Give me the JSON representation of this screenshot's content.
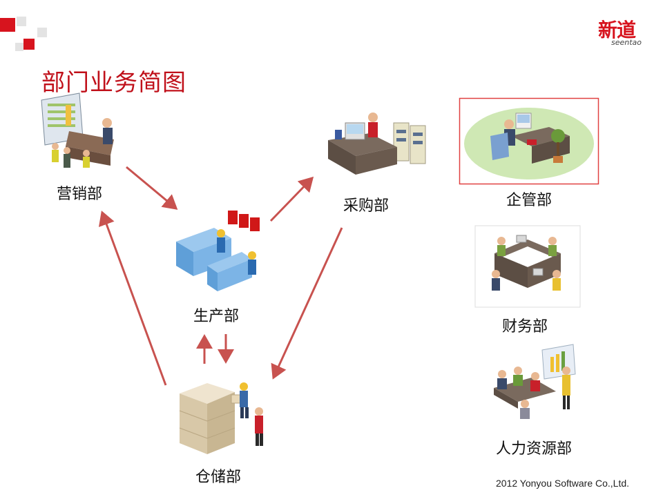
{
  "slide": {
    "title": "部门业务简图",
    "logo": {
      "main": "新道",
      "sub": "seentao"
    },
    "footer": "2012 Yonyou Software Co.,Ltd."
  },
  "departments": {
    "marketing": "营销部",
    "production": "生产部",
    "purchasing": "采购部",
    "warehouse": "仓储部",
    "management": "企管部",
    "finance": "财务部",
    "hr": "人力资源部"
  },
  "colors": {
    "brand_red": "#d7141e",
    "title_red": "#c0101a",
    "arrow": "#c8524f",
    "light_gray": "#e6e6e6"
  }
}
